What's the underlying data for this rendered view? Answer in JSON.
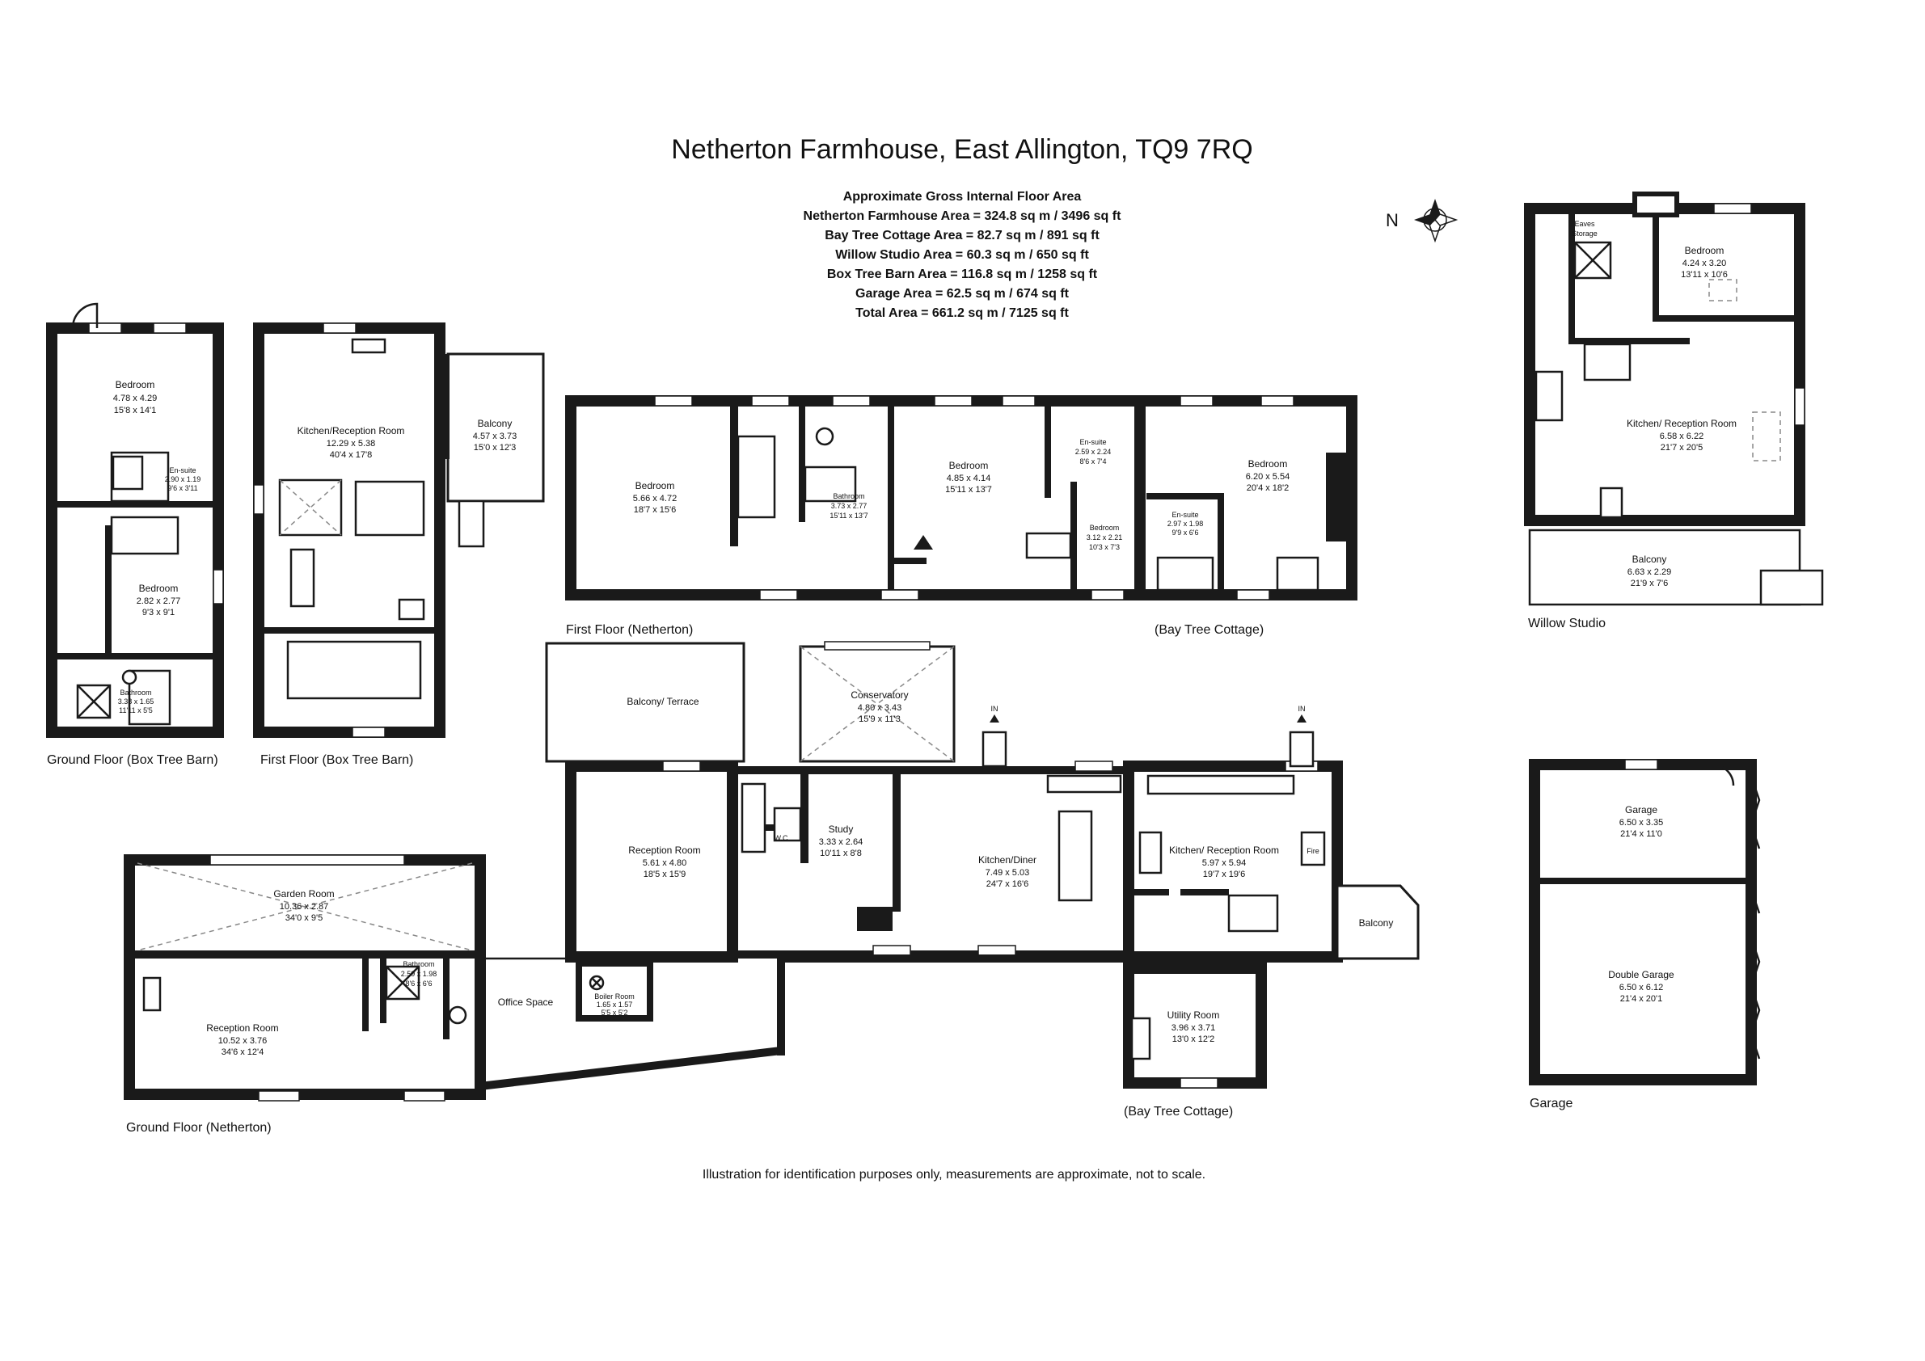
{
  "title": "Netherton Farmhouse, East Allington, TQ9 7RQ",
  "areas": {
    "heading": "Approximate Gross Internal Floor Area",
    "lines": [
      "Netherton Farmhouse Area  = 324.8 sq m  / 3496 sq ft",
      "Bay Tree Cottage Area = 82.7 sq m  / 891 sq ft",
      "Willow Studio  Area = 60.3 sq m  / 650 sq ft",
      "Box Tree Barn Area = 116.8 sq m  / 1258 sq ft",
      "Garage Area = 62.5 sq m  / 674 sq ft",
      "Total Area = 661.2 sq m  / 7125 sq ft"
    ]
  },
  "compass": "N",
  "captions": {
    "ground_box": "Ground Floor (Box Tree Barn)",
    "first_box": "First Floor (Box Tree Barn)",
    "first_netherton": "First Floor (Netherton)",
    "bay_tree_upper": "(Bay Tree Cottage)",
    "bay_tree_lower": "(Bay Tree Cottage)",
    "willow": "Willow Studio",
    "ground_netherton": "Ground Floor (Netherton)",
    "garage": "Garage"
  },
  "in_labels": [
    "IN",
    "IN"
  ],
  "wc": "W.C",
  "fire": "Fire",
  "eaves": [
    "Eaves",
    "Storage"
  ],
  "rooms": {
    "bb_bedroom1": {
      "name": "Bedroom",
      "m": "4.78 x 4.29",
      "ft": "15'8 x 14'1"
    },
    "bb_ensuite": {
      "name": "En-suite",
      "m": "2.90 x 1.19",
      "ft": "9'6 x 3'11"
    },
    "bb_bedroom2": {
      "name": "Bedroom",
      "m": "2.82 x 2.77",
      "ft": "9'3 x 9'1"
    },
    "bb_bathroom": {
      "name": "Bathroom",
      "m": "3.38 x 1.65",
      "ft": "11'11 x 5'5"
    },
    "bb_kitchen": {
      "name": "Kitchen/Reception Room",
      "m": "12.29 x 5.38",
      "ft": "40'4 x 17'8"
    },
    "bb_balcony": {
      "name": "Balcony",
      "m": "4.57 x 3.73",
      "ft": "15'0 x 12'3"
    },
    "nf_bedroom1": {
      "name": "Bedroom",
      "m": "5.66 x 4.72",
      "ft": "18'7 x 15'6"
    },
    "nf_bathroom": {
      "name": "Bathroom",
      "m": "3.73 x 2.77",
      "ft": "15'11 x 13'7"
    },
    "nf_bedroom2": {
      "name": "Bedroom",
      "m": "4.85 x 4.14",
      "ft": "15'11 x 13'7"
    },
    "nf_ensuite": {
      "name": "En-suite",
      "m": "2.59 x 2.24",
      "ft": "8'6 x 7'4"
    },
    "nf_bedroom3": {
      "name": "Bedroom",
      "m": "3.12 x 2.21",
      "ft": "10'3 x 7'3"
    },
    "bt_ensuite": {
      "name": "En-suite",
      "m": "2.97 x 1.98",
      "ft": "9'9 x 6'6"
    },
    "bt_bedroom": {
      "name": "Bedroom",
      "m": "6.20 x 5.54",
      "ft": "20'4 x 18'2"
    },
    "ws_bedroom": {
      "name": "Bedroom",
      "m": "4.24 x 3.20",
      "ft": "13'11 x 10'6"
    },
    "ws_kitchen": {
      "name": "Kitchen/ Reception Room",
      "m": "6.58 x 6.22",
      "ft": "21'7 x 20'5"
    },
    "ws_balcony": {
      "name": "Balcony",
      "m": "6.63 x 2.29",
      "ft": "21'9 x 7'6"
    },
    "ng_balcony_terrace": {
      "name": "Balcony/ Terrace"
    },
    "ng_conservatory": {
      "name": "Conservatory",
      "m": "4.80 x 3.43",
      "ft": "15'9 x 11'3"
    },
    "ng_reception": {
      "name": "Reception Room",
      "m": "5.61 x 4.80",
      "ft": "18'5 x 15'9"
    },
    "ng_study": {
      "name": "Study",
      "m": "3.33 x 2.64",
      "ft": "10'11 x 8'8"
    },
    "ng_kitchen": {
      "name": "Kitchen/Diner",
      "m": "7.49 x 5.03",
      "ft": "24'7 x 16'6"
    },
    "bt_kitchen": {
      "name": "Kitchen/ Reception Room",
      "m": "5.97 x 5.94",
      "ft": "19'7 x 19'6"
    },
    "bt_balcony": {
      "name": "Balcony"
    },
    "bt_utility": {
      "name": "Utility Room",
      "m": "3.96 x 3.71",
      "ft": "13'0 x 12'2"
    },
    "ng_garden": {
      "name": "Garden Room",
      "m": "10.36 x 2.87",
      "ft": "34'0 x 9'5"
    },
    "ng_reception2": {
      "name": "Reception Room",
      "m": "10.52 x 3.76",
      "ft": "34'6 x 12'4"
    },
    "ng_bathroom": {
      "name": "Bathroom",
      "m": "2.59 x 1.98",
      "ft": "8'6 x 6'6"
    },
    "ng_boiler": {
      "name": "Boiler Room",
      "m": "1.65 x 1.57",
      "ft": "5'5 x 5'2"
    },
    "ng_office": {
      "name": "Office Space"
    },
    "garage1": {
      "name": "Garage",
      "m": "6.50 x 3.35",
      "ft": "21'4 x 11'0"
    },
    "garage2": {
      "name": "Double Garage",
      "m": "6.50 x 6.12",
      "ft": "21'4 x 20'1"
    }
  },
  "disclaimer": "Illustration for identification purposes only, measurements are approximate, not to scale."
}
